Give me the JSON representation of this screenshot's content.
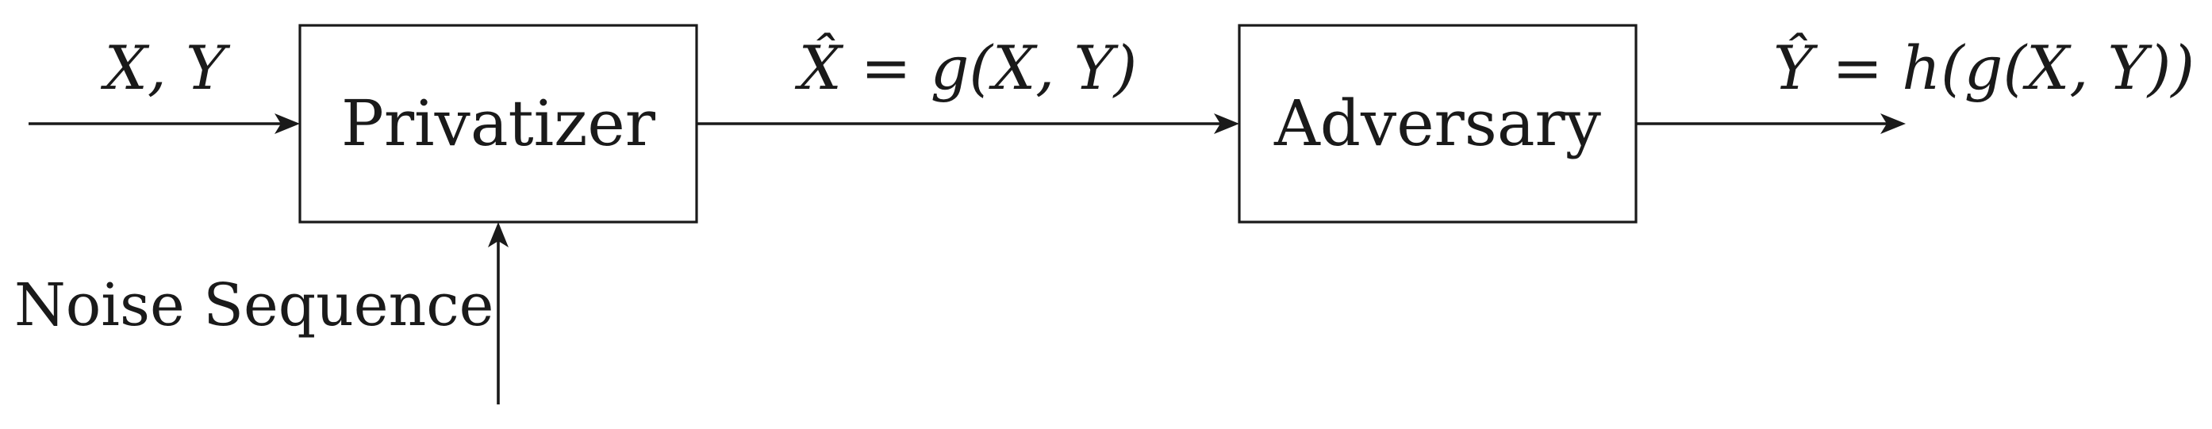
{
  "blocks": {
    "privatizer": "Privatizer",
    "adversary": "Adversary"
  },
  "signals": {
    "input": "X, Y",
    "privatized": "X̂ = g(X, Y)",
    "estimate": "Ŷ = h(g(X, Y))",
    "noise": "Noise Sequence"
  }
}
